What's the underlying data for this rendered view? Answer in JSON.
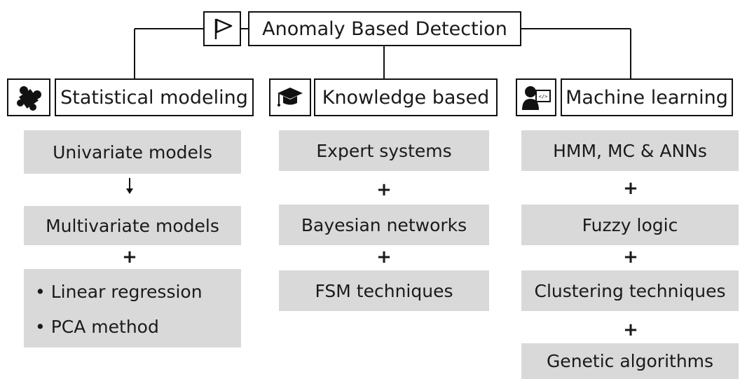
{
  "root": {
    "title": "Anomaly Based Detection",
    "icon": "flag-icon"
  },
  "columns": [
    {
      "title": "Statistical modeling",
      "icon": "puzzle-piece-icon",
      "items": [
        "Univariate models",
        "Multivariate models"
      ],
      "bullets": [
        "Linear regression",
        "PCA method"
      ]
    },
    {
      "title": "Knowledge based",
      "icon": "graduation-cap-icon",
      "items": [
        "Expert systems",
        "Bayesian networks",
        "FSM techniques"
      ]
    },
    {
      "title": "Machine learning",
      "icon": "programmer-icon",
      "items": [
        "HMM, MC & ANNs",
        "Fuzzy logic",
        "Clustering techniques",
        "Genetic algorithms"
      ]
    }
  ],
  "plus_sign": "+",
  "bullet_marker": "•"
}
